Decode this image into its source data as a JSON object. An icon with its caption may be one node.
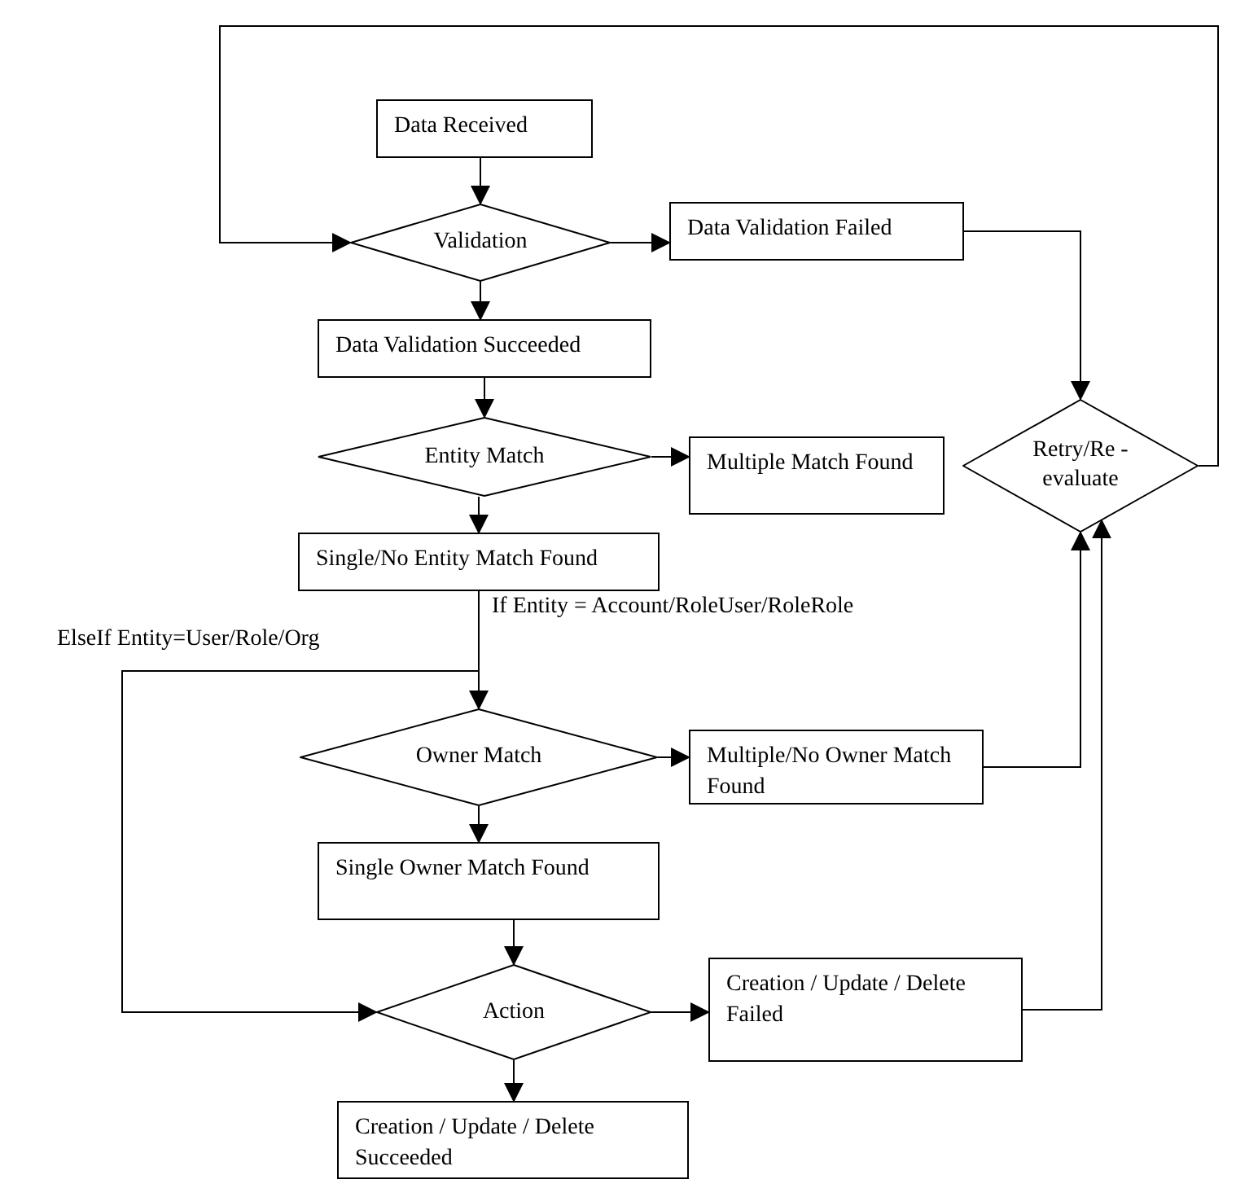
{
  "diagram": {
    "nodes": [
      {
        "text": [
          "Data Received"
        ]
      },
      {
        "text": [
          "Validation"
        ]
      },
      {
        "text": [
          "Data Validation Failed"
        ]
      },
      {
        "text": [
          "Data Validation Succeeded"
        ]
      },
      {
        "text": [
          "Entity Match"
        ]
      },
      {
        "text": [
          "Multiple Match Found"
        ]
      },
      {
        "text": [
          "Single/No Entity Match Found"
        ]
      },
      {
        "text": [
          "Owner Match"
        ]
      },
      {
        "text": [
          "Multiple/No Owner Match Found"
        ]
      },
      {
        "text": [
          "Single Owner Match Found"
        ]
      },
      {
        "text": [
          "Action"
        ]
      },
      {
        "text": [
          "Creation / Update / Delete Failed"
        ]
      },
      {
        "text": [
          "Creation / Update / Delete Succeeded"
        ]
      },
      {
        "text": [
          "Retry/Re -evaluate"
        ]
      }
    ],
    "edges": [
      {
        "from": 0,
        "to": 1,
        "arrow": "to"
      },
      {
        "from": 1,
        "to": 2,
        "arrow": "to"
      },
      {
        "from": 1,
        "to": 3,
        "arrow": "to"
      },
      {
        "from": 3,
        "to": 4,
        "arrow": "to"
      },
      {
        "from": 4,
        "to": 5,
        "arrow": "to"
      },
      {
        "from": 4,
        "to": 6,
        "arrow": "to"
      },
      {
        "from": 6,
        "to": 7,
        "arrow": "to",
        "label": "If Entity = Account/RoleUser/RoleRole"
      },
      {
        "from": 6,
        "to": 10,
        "arrow": "to",
        "label": "ElseIf Entity=User/Role/Org"
      },
      {
        "from": 7,
        "to": 8,
        "arrow": "to"
      },
      {
        "from": 7,
        "to": 9,
        "arrow": "to"
      },
      {
        "from": 9,
        "to": 10,
        "arrow": "to"
      },
      {
        "from": 10,
        "to": 11,
        "arrow": "to"
      },
      {
        "from": 10,
        "to": 12,
        "arrow": "to"
      },
      {
        "from": 2,
        "to": 13,
        "arrow": "to"
      },
      {
        "from": 8,
        "to": 13,
        "arrow": "to"
      },
      {
        "from": 11,
        "to": 13,
        "arrow": "to"
      },
      {
        "from": 13,
        "to": 1,
        "arrow": "to"
      }
    ]
  }
}
